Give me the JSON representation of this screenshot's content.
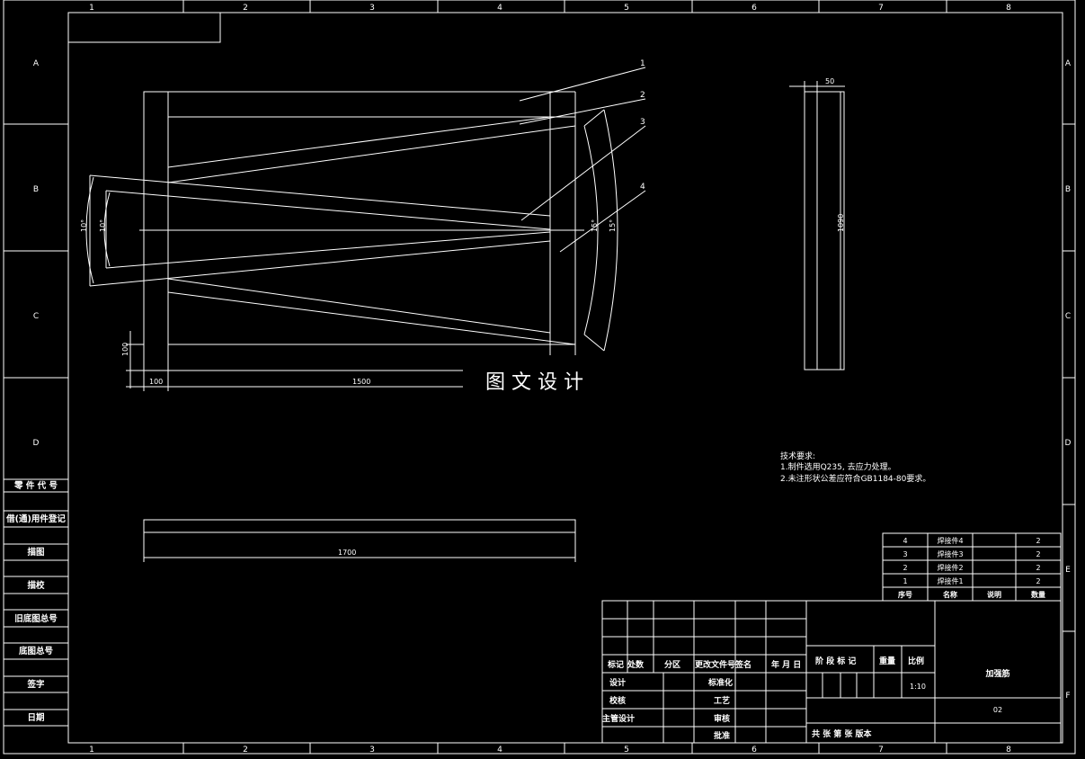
{
  "border": {
    "columns": [
      "1",
      "2",
      "3",
      "4",
      "5",
      "6",
      "7",
      "8"
    ],
    "rows": [
      "A",
      "B",
      "C",
      "D",
      "E",
      "F"
    ]
  },
  "left_panel": [
    "零 件 代 号",
    "借(通)用件登记",
    "描图",
    "描校",
    "旧底图总号",
    "底图总号",
    "签字",
    "日期"
  ],
  "watermark": "图 文 设 计",
  "leaders": [
    "1",
    "2",
    "3",
    "4"
  ],
  "dimensions": {
    "top_width": "50",
    "height_side": "1090",
    "angle_left_outer": "10°",
    "angle_left_inner": "10°",
    "angle_right_inner": "15°",
    "angle_right_outer": "15°",
    "vertical_small": "100",
    "horiz_small": "100",
    "horiz_long": "1500",
    "bar_length": "1700"
  },
  "tech_notes": {
    "title": "技术要求:",
    "lines": [
      "1.制件选用Q235, 去应力处理。",
      "2.未注形状公差应符合GB1184-80要求。"
    ]
  },
  "parts_table": {
    "rows": [
      [
        "4",
        "焊接件4",
        "",
        "2"
      ],
      [
        "3",
        "焊接件3",
        "",
        "2"
      ],
      [
        "2",
        "焊接件2",
        "",
        "2"
      ],
      [
        "1",
        "焊接件1",
        "",
        "2"
      ]
    ],
    "header": [
      "序号",
      "名称",
      "说明",
      "数量"
    ]
  },
  "title_block": {
    "rev_header": [
      "标记",
      "处数",
      "分区",
      "更改文件号",
      "签名",
      "年 月 日"
    ],
    "roles": [
      "设计",
      "校核",
      "主管设计"
    ],
    "roles_mid": [
      "标准化",
      "工艺",
      "审核",
      "批准"
    ],
    "stage_header": [
      "阶 段 标 记",
      "重量",
      "比例"
    ],
    "scale": "1:10",
    "part_name": "加强筋",
    "drawing_no": "02",
    "sheet_info": "共 张 第 张  版本"
  }
}
